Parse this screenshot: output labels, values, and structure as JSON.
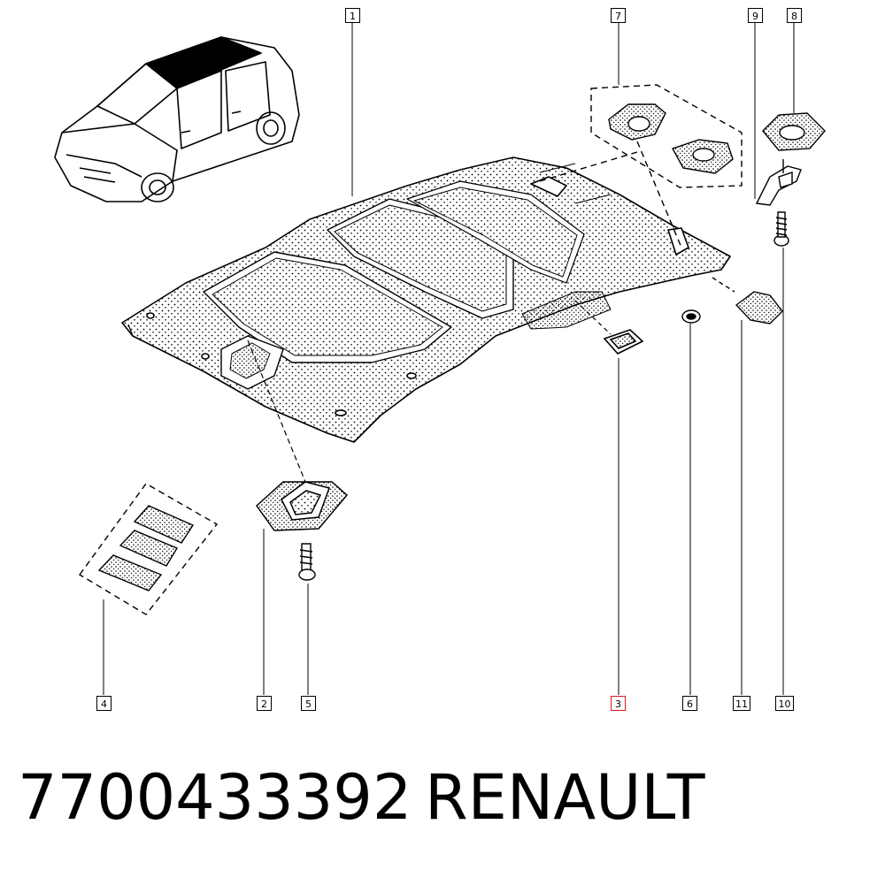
{
  "callouts": [
    {
      "id": "c1",
      "label": "1"
    },
    {
      "id": "c2",
      "label": "2"
    },
    {
      "id": "c3",
      "label": "3",
      "highlight": true,
      "highlight_color": "#e0141e"
    },
    {
      "id": "c4",
      "label": "4"
    },
    {
      "id": "c5",
      "label": "5"
    },
    {
      "id": "c6",
      "label": "6"
    },
    {
      "id": "c7",
      "label": "7"
    },
    {
      "id": "c8",
      "label": "8"
    },
    {
      "id": "c9",
      "label": "9"
    },
    {
      "id": "c10",
      "label": "10"
    },
    {
      "id": "c11",
      "label": "11"
    }
  ],
  "footer": {
    "part_number": "7700433392",
    "brand": "RENAULT"
  },
  "colors": {
    "line": "#000000",
    "background": "#ffffff",
    "highlight": "#e0141e"
  }
}
